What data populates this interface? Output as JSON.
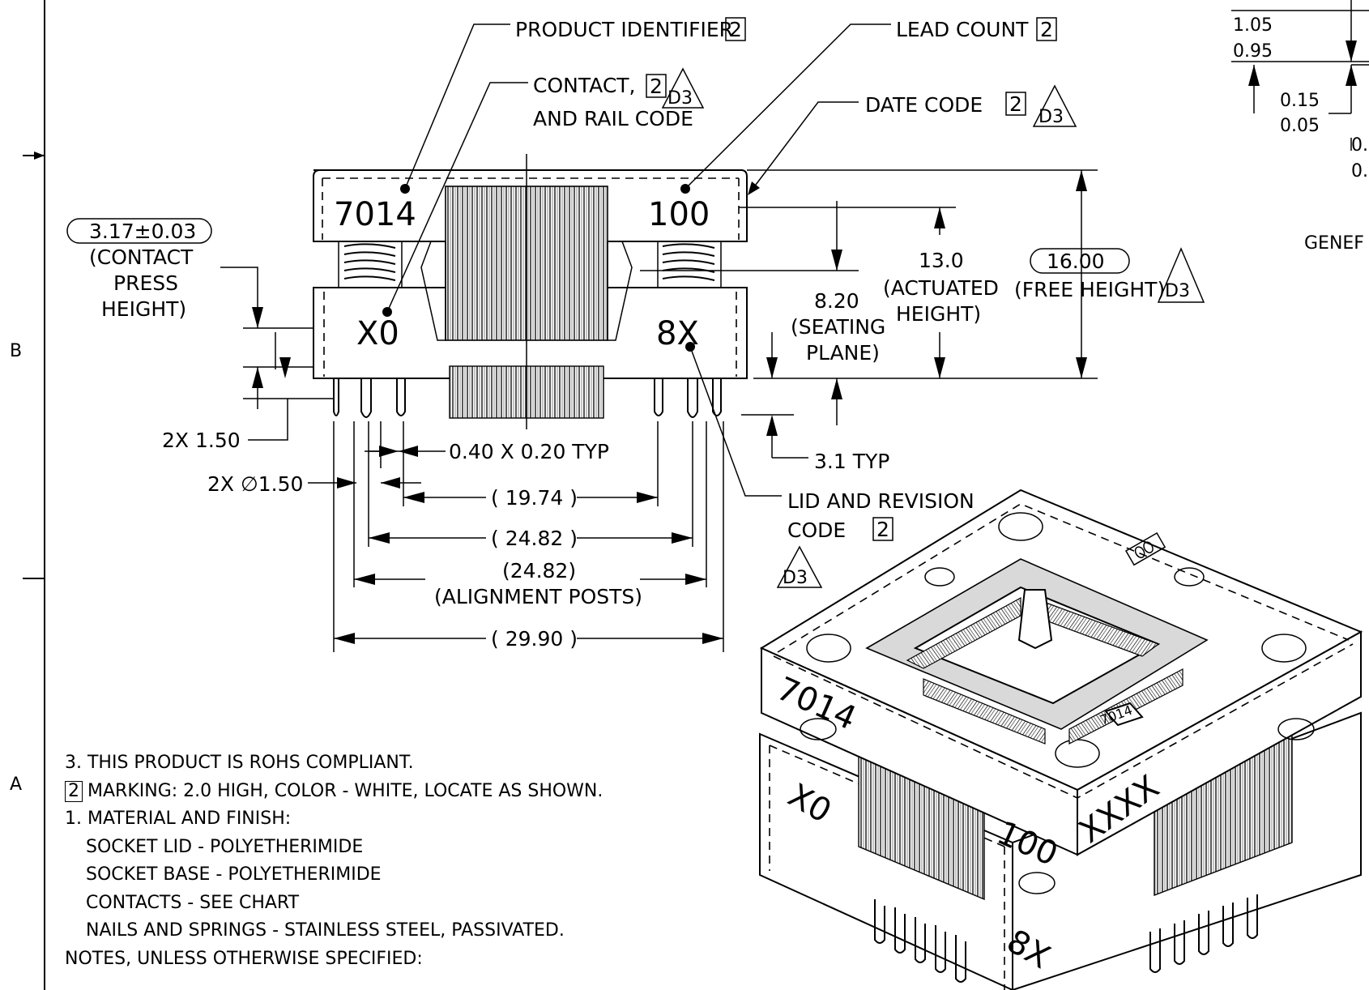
{
  "zones": {
    "b": "B",
    "a": "A"
  },
  "callouts": {
    "product_identifier": "PRODUCT IDENTIFIER",
    "lead_count": "LEAD COUNT",
    "contact_line1": "CONTACT,",
    "contact_line2": "AND RAIL CODE",
    "date_code": "DATE CODE",
    "lid_revision_line1": "LID AND REVISION",
    "lid_revision_line2": "CODE",
    "note_ref": "2",
    "rev_flag": "D3"
  },
  "markings": {
    "front_lid_left": "7014",
    "front_lid_right": "100",
    "front_base_left": "X0",
    "front_base_right": "8X",
    "iso_lid_side": "7014",
    "iso_lid_front": "100",
    "iso_lid_right": "XXXX",
    "iso_base_left": "X0",
    "iso_base_front": "8X",
    "iso_chip": "7014"
  },
  "dimensions": {
    "contact_press_value": "3.17±0.03",
    "contact_press_line1": "(CONTACT",
    "contact_press_line2": "PRESS",
    "contact_press_line3": "HEIGHT)",
    "free_height_value": "16.00",
    "free_height_label": "(FREE HEIGHT)",
    "actuated_value": "13.0",
    "actuated_line1": "(ACTUATED",
    "actuated_line2": "HEIGHT)",
    "seating_value": "8.20",
    "seating_line1": "(SEATING",
    "seating_line2": "PLANE)",
    "pin_len": "2X 1.50",
    "post_dia": "2X  ∅1.50",
    "contact_section": "0.40 X 0.20 TYP",
    "typ_3_1": "3.1 TYP",
    "d_19_74": "( 19.74 )",
    "d_24_82": "( 24.82 )",
    "d_24_82_posts": "(24.82)",
    "alignment_posts": "(ALIGNMENT POSTS)",
    "d_29_90": "( 29.90 )"
  },
  "detail": {
    "v1": "1.05",
    "v2": "0.95",
    "v3": "0.15",
    "v4": "0.05",
    "v5": "0.",
    "v6": "0.",
    "gener": "GENEF"
  },
  "notes": {
    "n3": "3. THIS PRODUCT IS ROHS COMPLIANT.",
    "n2_num": "2",
    "n2_text": "MARKING: 2.0 HIGH, COLOR - WHITE, LOCATE AS SHOWN.",
    "n1": "1. MATERIAL AND FINISH:",
    "n1a": "SOCKET LID - POLYETHERIMIDE",
    "n1b": "SOCKET BASE - POLYETHERIMIDE",
    "n1c": "CONTACTS - SEE CHART",
    "n1d": "NAILS AND SPRINGS - STAINLESS STEEL, PASSIVATED.",
    "header": "NOTES, UNLESS OTHERWISE SPECIFIED:"
  }
}
